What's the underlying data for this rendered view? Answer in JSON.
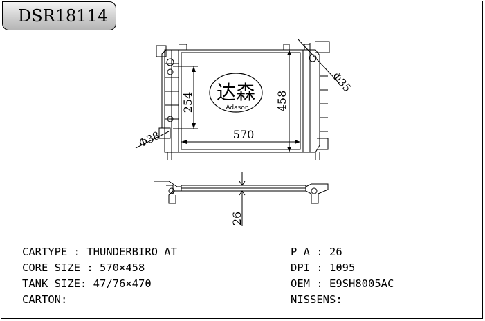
{
  "header": {
    "model_code": "DSR18114"
  },
  "drawing": {
    "dim_core_width": "570",
    "dim_core_height": "458",
    "dim_tank_height": "254",
    "dim_thickness": "26",
    "dim_inlet_diameter": "Φ38",
    "dim_outlet_diameter": "Φ35"
  },
  "logo": {
    "chinese": "达森",
    "latin": "Adason"
  },
  "specs_left": [
    {
      "label": "CARTYPE",
      "sep": " : ",
      "value": "THUNDERBIRO AT"
    },
    {
      "label": "CORE SIZE",
      "sep": " : ",
      "value": "570×458"
    },
    {
      "label": "TANK SIZE",
      "sep": ": ",
      "value": "47/76×470"
    },
    {
      "label": "CARTON",
      "sep": ":",
      "value": ""
    }
  ],
  "specs_right": [
    {
      "label": "P A",
      "sep": " : ",
      "value": "26"
    },
    {
      "label": "DPI",
      "sep": " : ",
      "value": "1095"
    },
    {
      "label": "OEM",
      "sep": " : ",
      "value": "E9SH8005AC"
    },
    {
      "label": "NISSENS",
      "sep": ":",
      "value": ""
    }
  ]
}
